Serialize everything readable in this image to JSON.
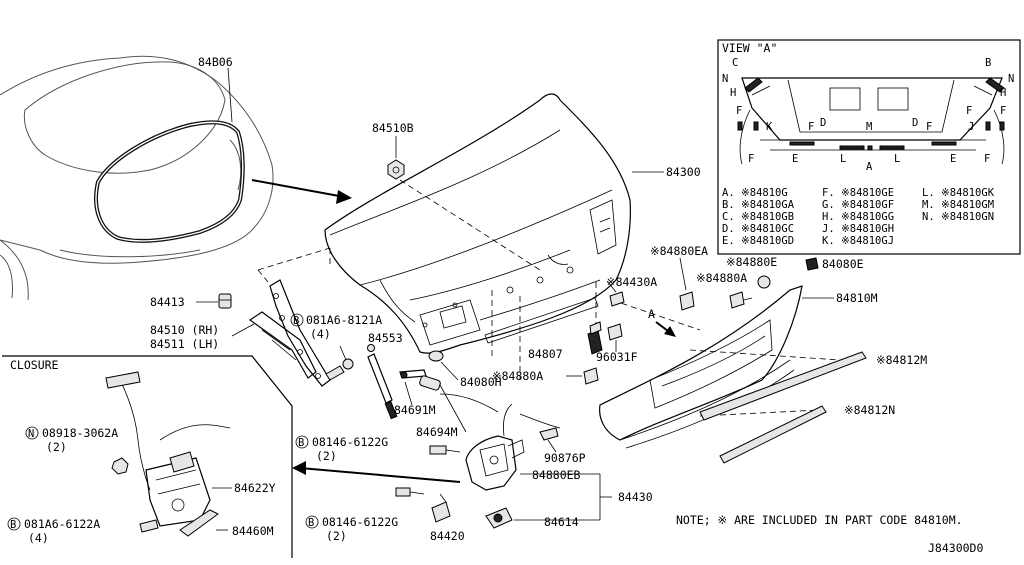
{
  "parts": {
    "weatherstrip": "84B06",
    "nut_84510B": "84510B",
    "trunk_lid": "84300",
    "bumper_84413": "84413",
    "hinge_rh": "84510 (RH)",
    "hinge_lh": "84511 (LH)",
    "bolt_081a6_8121a": "081A6-8121A",
    "bolt_081a6_8121a_qty": "(4)",
    "stay_84553": "84553",
    "stay_84691m": "84691M",
    "stay_84694m": "84694M",
    "plug_84080h": "84080H",
    "clip_84430a": "※84430A",
    "clip_84880ea": "※84880EA",
    "clip_84880a_top": "※84880A",
    "clip_84880e": "※84880E",
    "clip_84080e": "84080E",
    "finisher_84810m": "84810M",
    "molding_84812m": "※84812M",
    "molding_84812n": "※84812N",
    "clip_84807": "84807",
    "clip_96031f": "96031F",
    "clip_84880a_mid": "※84880A",
    "bolt_08146_a": "08146-6122G",
    "bolt_08146_a_qty": "(2)",
    "bracket_90876p": "90876P",
    "clip_84880eb": "84880EB",
    "lock_84430": "84430",
    "cylinder_84614": "84614",
    "bolt_08146_b": "08146-6122G",
    "bolt_08146_b_qty": "(2)",
    "striker_84420": "84420",
    "label_a": "A"
  },
  "closure": {
    "title": "CLOSURE",
    "nut_label": "08918-3062A",
    "nut_prefix": "N",
    "nut_qty": "(2)",
    "actuator": "84622Y",
    "bolt_label": "081A6-6122A",
    "bolt_prefix": "B",
    "bolt_qty": "(4)",
    "bracket": "84460M"
  },
  "bolt_prefix": "B",
  "view_a": {
    "title": "VIEW \"A\"",
    "callouts": [
      "C",
      "B",
      "N",
      "H",
      "N",
      "H",
      "F",
      "D",
      "M",
      "D",
      "F",
      "F",
      "F",
      "K",
      "J",
      "F",
      "E",
      "L",
      "A",
      "L",
      "E",
      "F",
      "F"
    ],
    "legend": [
      [
        "A. ※84810G",
        "F. ※84810GE",
        "L. ※84810GK"
      ],
      [
        "B. ※84810GA",
        "G. ※84810GF",
        "M. ※84810GM"
      ],
      [
        "C. ※84810GB",
        "H. ※84810GG",
        "N. ※84810GN"
      ],
      [
        "D. ※84810GC",
        "J. ※84810GH",
        ""
      ],
      [
        "E. ※84810GD",
        "K. ※84810GJ",
        ""
      ]
    ]
  },
  "note": "NOTE; ※ ARE INCLUDED IN PART CODE 84810M.",
  "diagram_code": "J84300D0"
}
